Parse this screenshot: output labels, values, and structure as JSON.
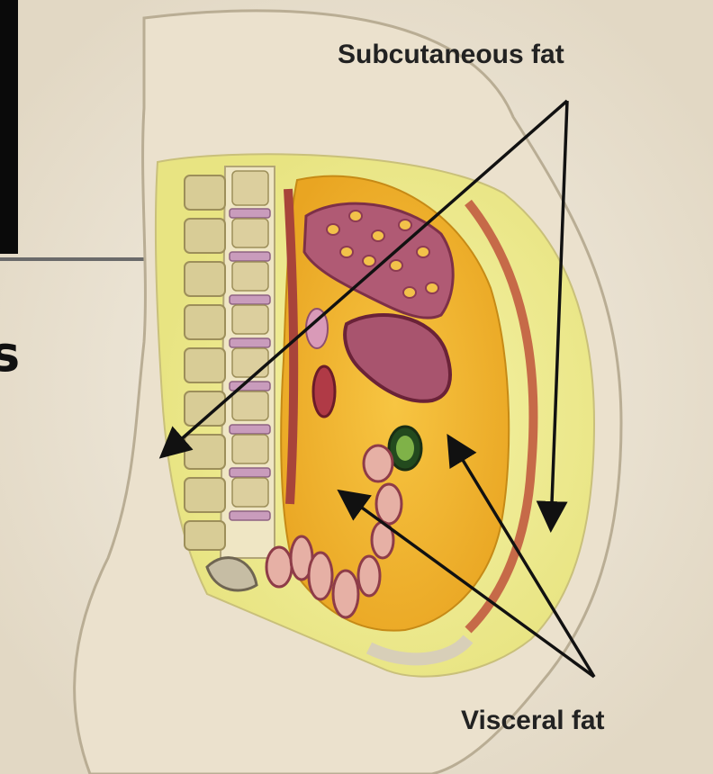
{
  "labels": {
    "subcutaneous": "Subcutaneous fat",
    "visceral": "Visceral fat"
  },
  "slide_fragment": {
    "cut_text": "s"
  },
  "colors": {
    "skin": "#ece2cf",
    "subcutaneous_fat": "#f1ef96",
    "visceral_fat": "#f2b52c",
    "organ_dark": "#a03a56",
    "vertebra": "#d9cc9a",
    "disc": "#c79ab8",
    "arrow": "#111111"
  }
}
